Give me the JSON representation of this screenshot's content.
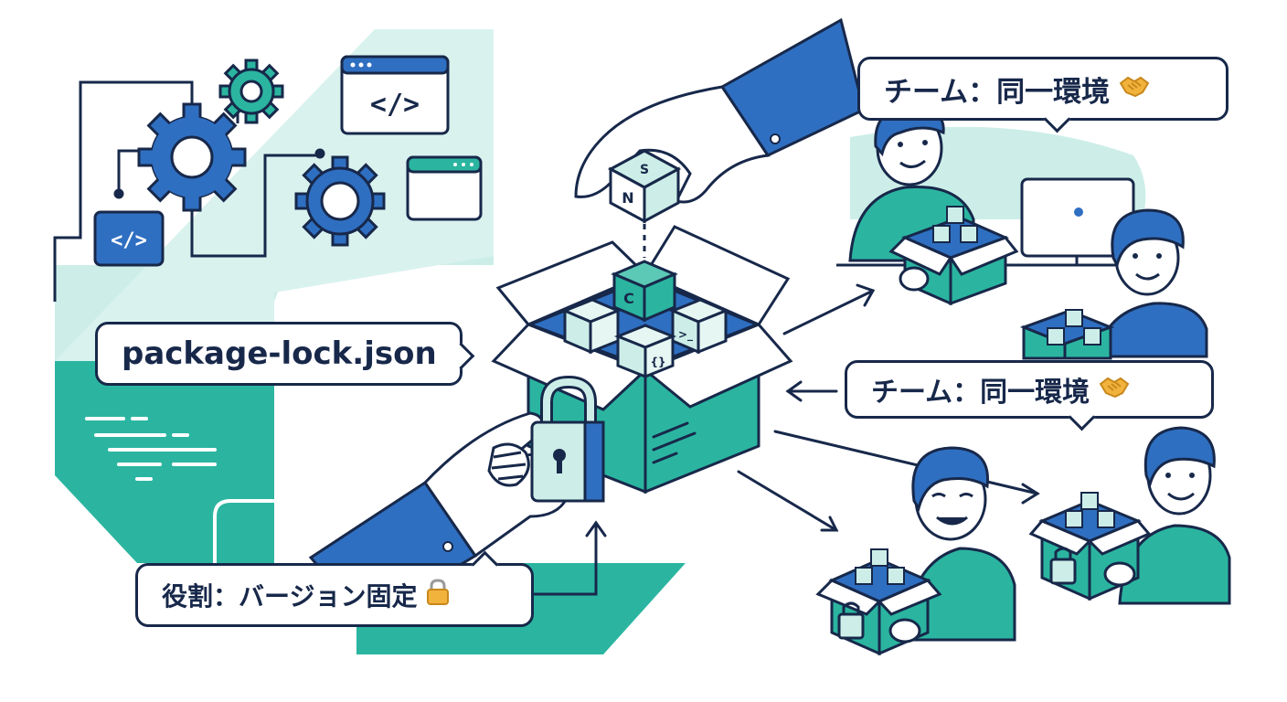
{
  "labels": {
    "package_lock": "package-lock.json",
    "team_top": "チーム：同一環境",
    "team_middle": "チーム：同一環境",
    "role": "役割：バージョン固定"
  },
  "cube_letters": {
    "hand_cube_top": "S",
    "hand_cube_front": "N",
    "box_center_cube": "C",
    "code_brackets": "</>",
    "curly": "{}",
    "prompt": ">_"
  },
  "icons": [
    "gear-icon",
    "code-window-icon",
    "lock-icon",
    "handshake-icon",
    "arrow-icon",
    "package-box-icon",
    "person-icon",
    "monitor-icon"
  ],
  "colors": {
    "navy": "#17284a",
    "blue": "#2f6fc1",
    "teal": "#2bb5a0",
    "mint": "#cdeee8",
    "lightTeal": "#bfe8e1"
  }
}
